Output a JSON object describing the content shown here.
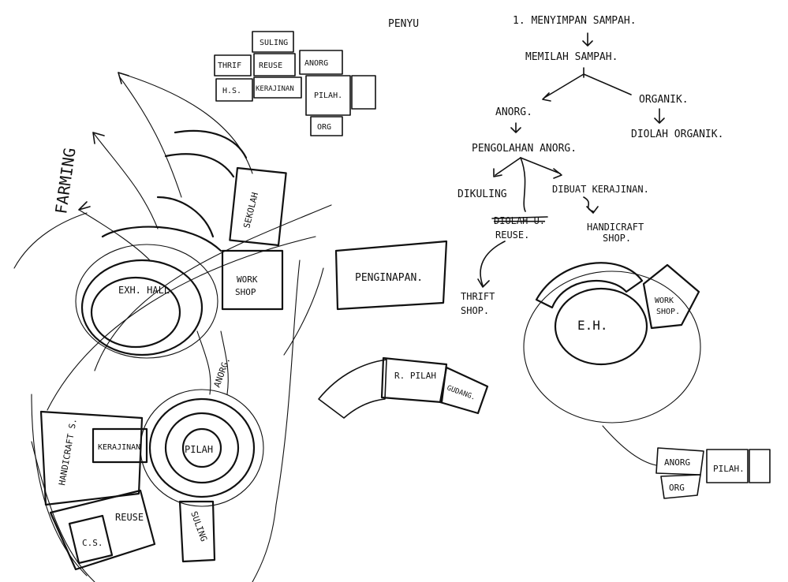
{
  "header": {
    "penyu": "PENYU"
  },
  "flow": {
    "step1": "1. MENYIMPAN SAMPAH.",
    "step2": "MEMILAH SAMPAH.",
    "anorg": "ANORG.",
    "organik": "ORGANIK.",
    "diolah_organik": "DIOLAH ORGANIK.",
    "pengolahan_anorg": "PENGOLAHAN ANORG.",
    "didaur_ulang": "DIKULING",
    "dibuat_kerajinan": "DIBUAT KERAJINAN.",
    "struck_text": "DIOLAH U.",
    "reuse": "REUSE.",
    "handicraft_line1": "HANDICRAFT",
    "handicraft_line2": "SHOP.",
    "thrift_line1": "THRIFT",
    "thrift_line2": "SHOP."
  },
  "grid": {
    "suling": "SULING",
    "thrift": "THRIF",
    "reuse": "REUSE",
    "anorg": "ANORG",
    "hs": "H.S.",
    "kerajinan": "KERAJINAN",
    "pilah": "PILAH.",
    "org": "ORG"
  },
  "plan": {
    "farming": "FARMING",
    "sekolah": "SEKOLAH",
    "workshop_line1": "WORK",
    "workshop_line2": "SHOP",
    "exhibition_hall": "EXH. HALL",
    "pilah_hub": "PILAH",
    "kerajinan": "KERAJINAN",
    "handicraft_shop": "HANDICRAFT S.",
    "reuse": "REUSE",
    "cs": "C.S.",
    "suling": "SULING",
    "anorg_vertical": "ANORG."
  },
  "penginapan": "PENGINAPAN.",
  "arc_block": {
    "r_pilah": "R. PILAH",
    "gudang": "GUDANG."
  },
  "eh_sketch": {
    "eh": "E.H.",
    "workshop_line1": "WORK",
    "workshop_line2": "SHOP."
  },
  "small_sketch": {
    "anorg": "ANORG",
    "pilah": "PILAH.",
    "org": "ORG"
  }
}
